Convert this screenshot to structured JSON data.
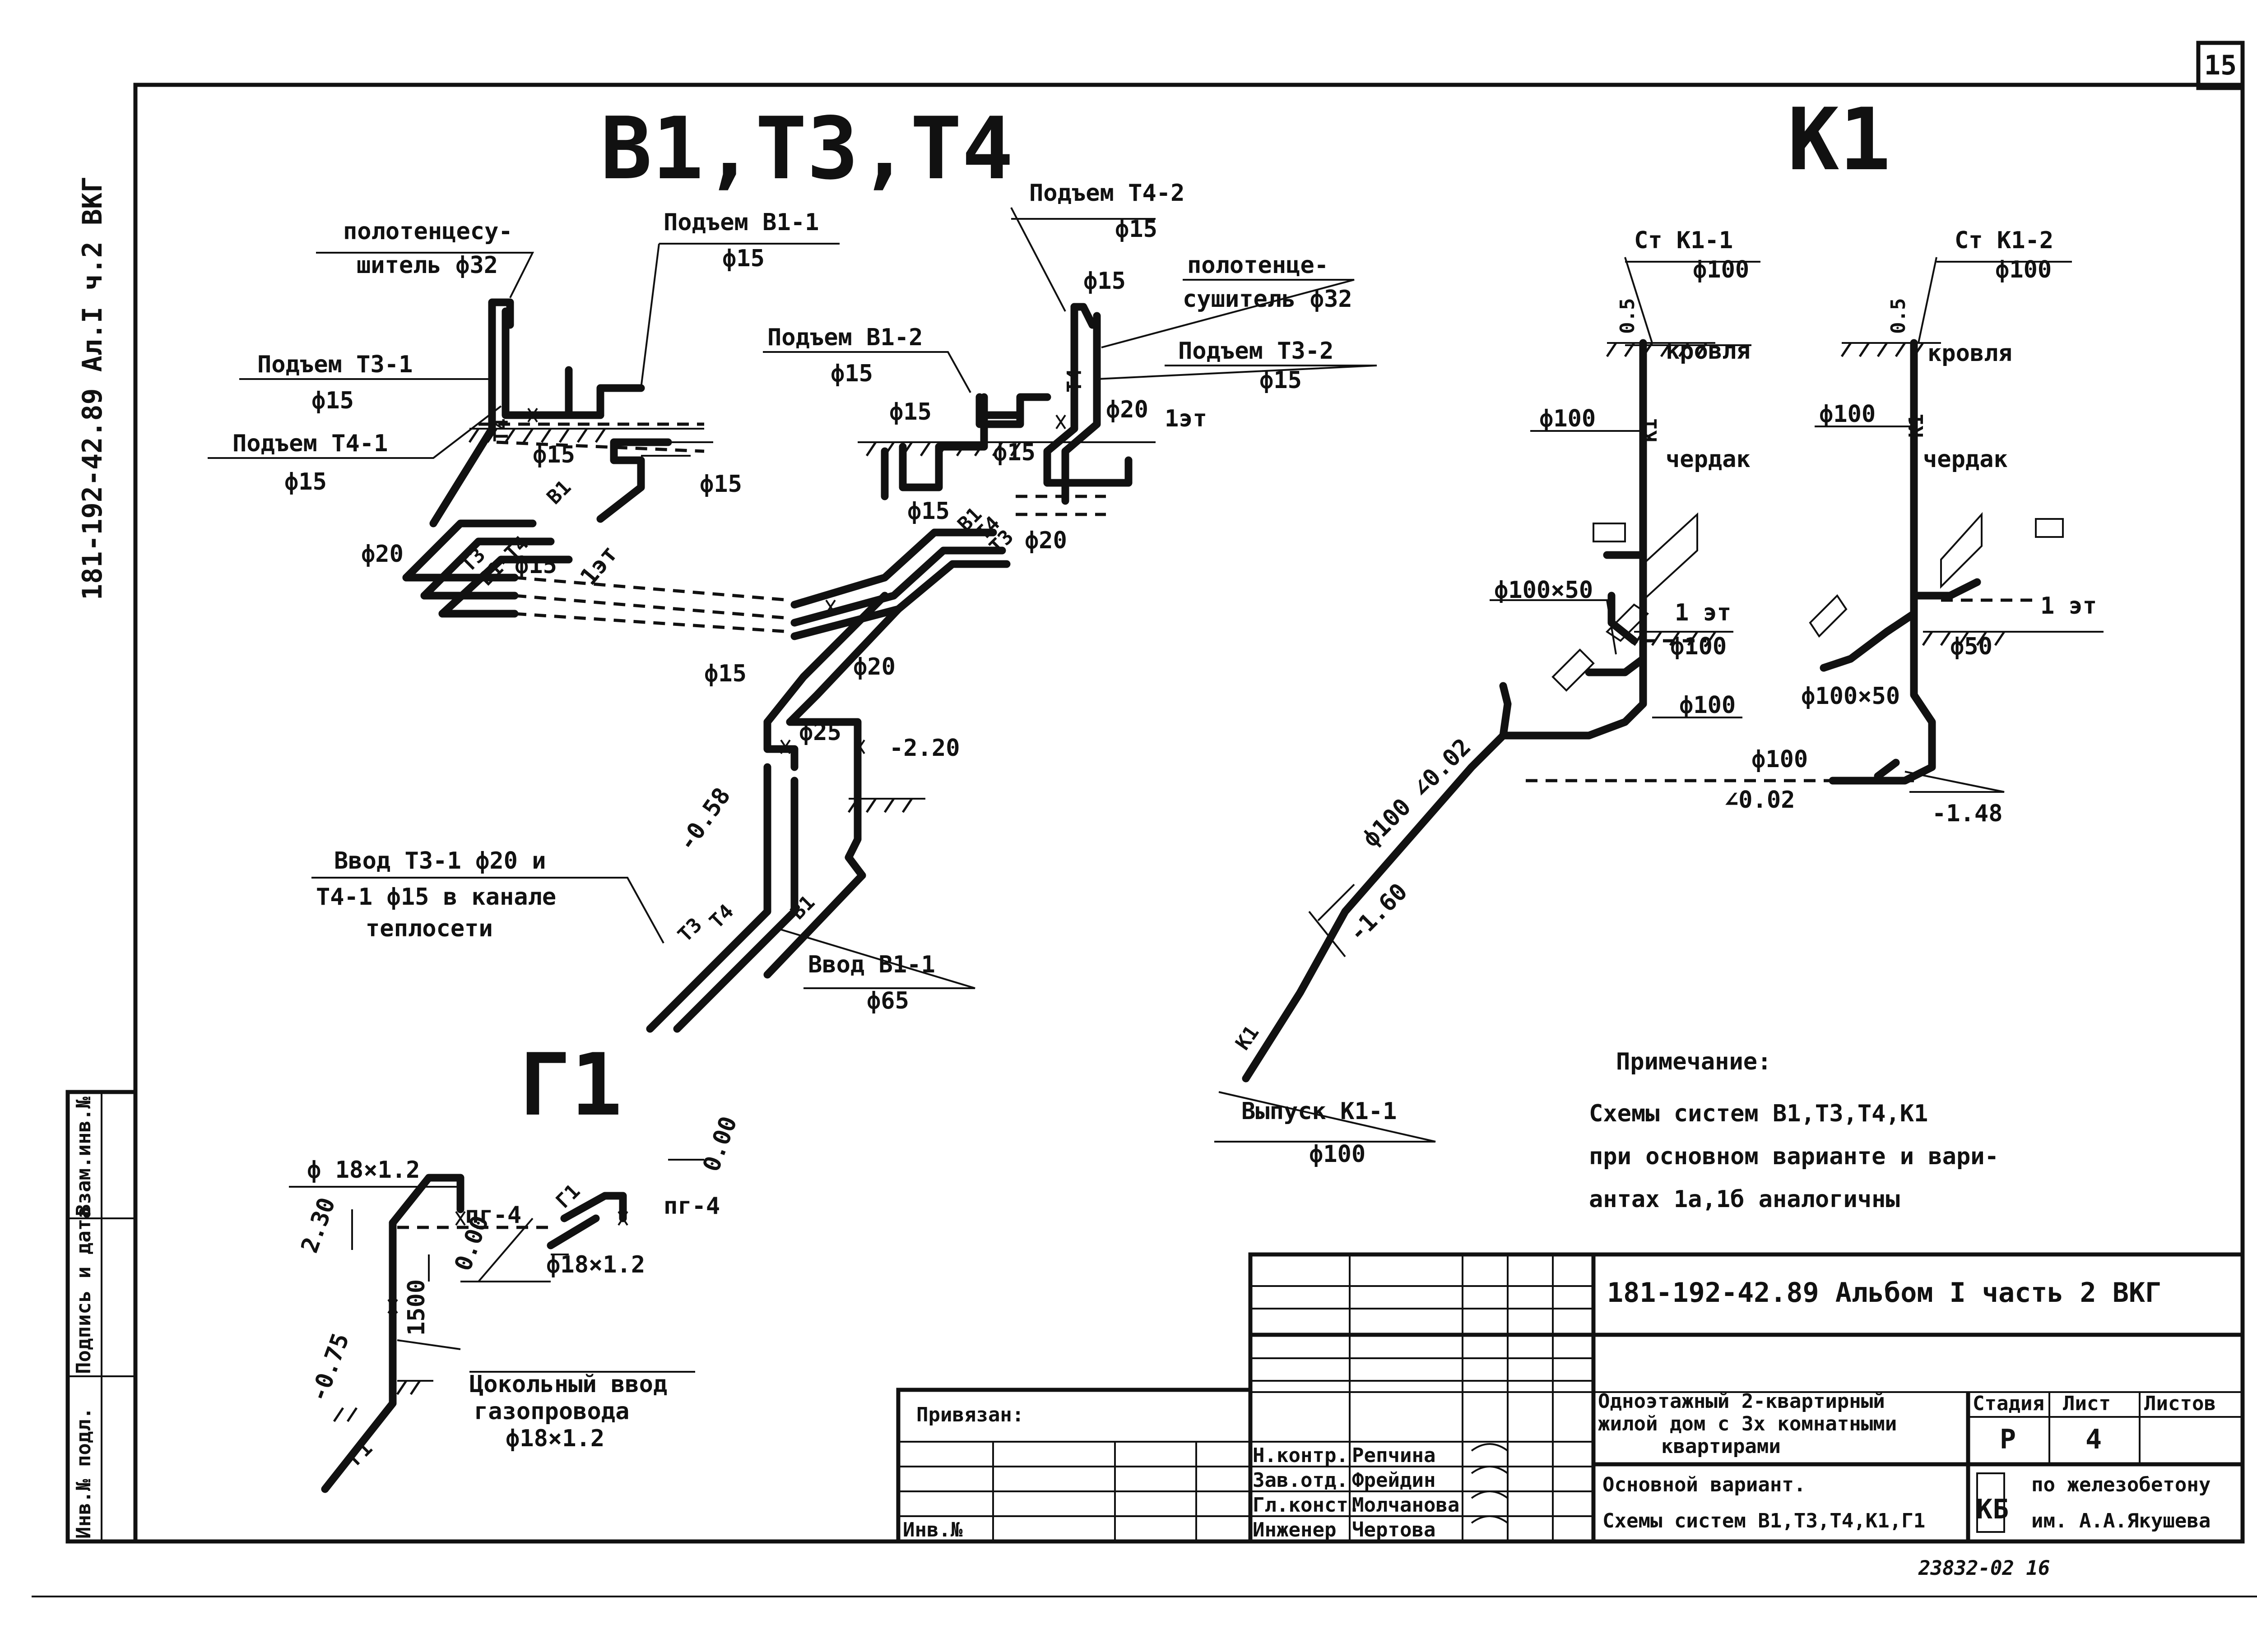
{
  "sheet_number": "15",
  "side_stamp": "181-192-42.89 Ал.I ч.2 ВКГ",
  "side_columns": [
    "Инв.№ подл.",
    "Подпись и дата",
    "Взам.инв.№"
  ],
  "water_scheme": {
    "title": "В1,Т3,Т4",
    "labels": {
      "towel_dryer_1": "полотенцесу-",
      "towel_dryer_1b": "шитель ф32",
      "riser_b1_1": "Подъем В1-1",
      "riser_b1_1_d": "ф15",
      "riser_t3_1": "Подъем Т3-1",
      "riser_t3_1_d": "ф15",
      "riser_t4_1": "Подъем Т4-1",
      "riser_t4_1_d": "ф15",
      "riser_t4_2": "Подъем Т4-2",
      "riser_t4_2_d": "ф15",
      "towel_dryer_2": "полотенце-",
      "towel_dryer_2b": "сушитель ф32",
      "riser_b1_2": "Подъем В1-2",
      "riser_b1_2_d": "ф15",
      "riser_t3_2": "Подъем Т3-2",
      "riser_t3_2_d": "ф15",
      "d15": "ф15",
      "d20": "ф20",
      "d25": "ф25",
      "floor1": "1эт",
      "lvl_058": "-0.58",
      "lvl_220": "-2.20",
      "input_t3": "Ввод Т3-1 ф20 и",
      "input_t3b": "Т4-1 ф15 в канале",
      "input_t3c": "теплосети",
      "input_b1": "Ввод В1-1",
      "input_b1_d": "ф65",
      "tag_t3": "Т3",
      "tag_t4": "Т4",
      "tag_b1": "В1",
      "tag_b1_t4": "В1-Т4"
    }
  },
  "sewer_scheme": {
    "title": "К1",
    "labels": {
      "st1": "Ст К1-1",
      "st1_d": "ф100",
      "st2": "Ст К1-2",
      "st2_d": "ф100",
      "roof": "кровля",
      "attic": "чердак",
      "floor1": "1 эт",
      "d100": "ф100",
      "d100x50": "ф100×50",
      "d50": "ф50",
      "d05": "0.5",
      "slope1": "ф100 ∠0.02",
      "slope2": "∠0.02",
      "lvl_160": "-1.60",
      "lvl_148": "-1.48",
      "outlet": "Выпуск К1-1",
      "outlet_d": "ф100",
      "tag_k1": "К1"
    }
  },
  "gas_scheme": {
    "title": "Г1",
    "labels": {
      "d18": "ф 18×1.2",
      "d18b": "ф18×1.2",
      "pg4": "пг-4",
      "lvl_230": "2.30",
      "lvl_000": "0.00",
      "lvl_075": "-0.75",
      "h1500": "1500",
      "plinth_1": "Цокольный ввод",
      "plinth_2": "газопровода",
      "plinth_3": "ф18×1.2",
      "tag_g1": "Г1"
    }
  },
  "note": {
    "title": "Примечание:",
    "lines": [
      "Схемы систем В1,Т3,Т4,К1",
      "при основном варианте и вари-",
      "антах 1а,1б аналогичны"
    ]
  },
  "title_block": {
    "doc_code": "181-192-42.89 Альбом I часть 2 ВКГ",
    "bound": "Привязан:",
    "inv": "Инв.№",
    "project_1": "Одноэтажный 2-квартирный",
    "project_2": "жилой дом с 3х комнатными",
    "project_3": "квартирами",
    "sheet_title_1": "Основной вариант.",
    "sheet_title_2": "Схемы систем В1,Т3,Т4,К1,Г1",
    "stage_h": "Стадия",
    "sheet_h": "Лист",
    "sheets_h": "Листов",
    "stage": "Р",
    "sheet": "4",
    "org_1": "по железобетону",
    "org_2": "им. А.А.Якушева",
    "org_logo": "КБ",
    "roles": [
      "Н.контр.",
      "Зав.отд.",
      "Гл.конст.",
      "Инженер"
    ],
    "names": [
      "Репчина",
      "Фрейдин",
      "Молчанова",
      "Чертова"
    ]
  },
  "footer_code": "23832-02  16"
}
